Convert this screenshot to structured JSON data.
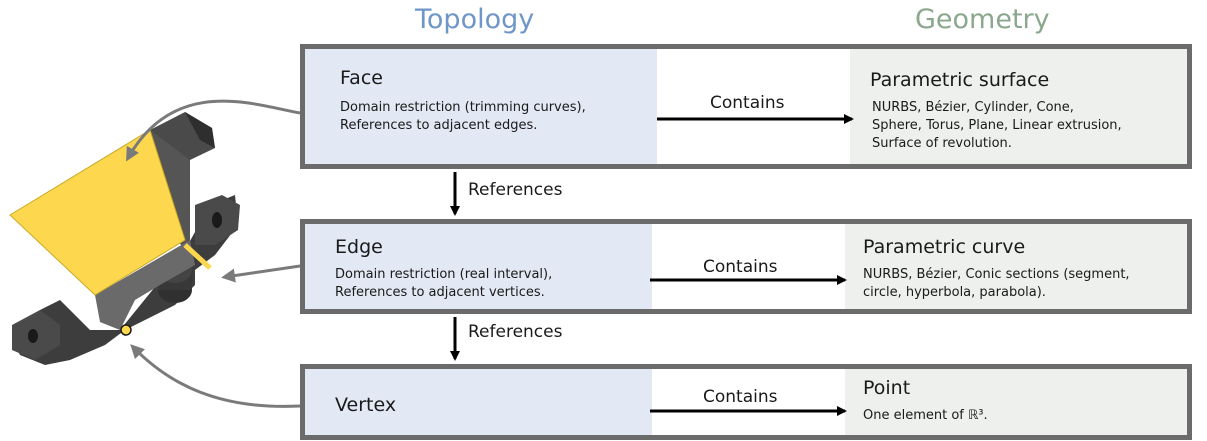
{
  "headers": {
    "topology": "Topology",
    "geometry": "Geometry"
  },
  "colors": {
    "topology_header": "#6f96c8",
    "geometry_header": "#8ba88e",
    "topology_fill": "#e2e8f4",
    "geometry_fill": "#edf0ec",
    "border": "#6b6b6b",
    "part_yellow": "#fdd84f"
  },
  "rows": [
    {
      "topo_title": "Face",
      "topo_desc_1": "Domain restriction (trimming curves),",
      "topo_desc_2": "References to adjacent edges.",
      "relation": "Contains",
      "geom_title": "Parametric surface",
      "geom_desc_1": "NURBS, Bézier, Cylinder, Cone,",
      "geom_desc_2": "Sphere, Torus, Plane, Linear extrusion,",
      "geom_desc_3": "Surface of revolution."
    },
    {
      "topo_title": "Edge",
      "topo_desc_1": "Domain restriction (real interval),",
      "topo_desc_2": "References to adjacent vertices.",
      "relation": "Contains",
      "geom_title": "Parametric curve",
      "geom_desc_1": "NURBS, Bézier, Conic sections (segment,",
      "geom_desc_2": "circle, hyperbola, parabola)."
    },
    {
      "topo_title": "Vertex",
      "relation": "Contains",
      "geom_title": "Point",
      "geom_desc_1": "One element of ℝ³."
    }
  ],
  "references": [
    "References",
    "References"
  ],
  "icons": [
    "mechanical-part-illustration",
    "arrow-down-icon",
    "arrow-right-icon"
  ]
}
